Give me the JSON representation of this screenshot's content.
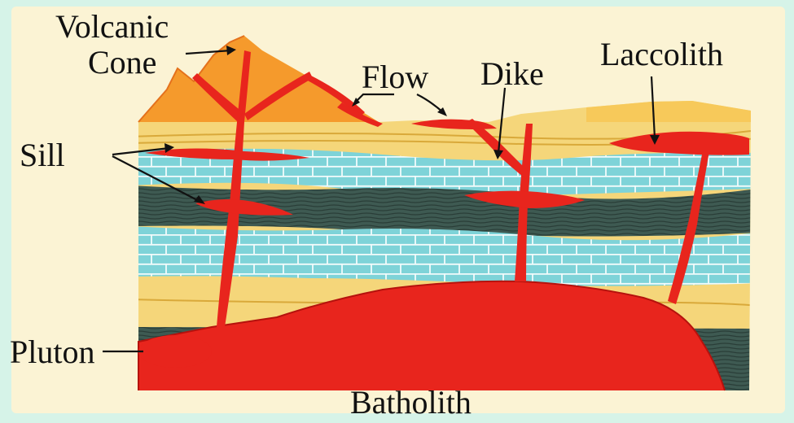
{
  "labels": {
    "volcanic_line1": "Volcanic",
    "volcanic_line2": "Cone",
    "flow": "Flow",
    "dike": "Dike",
    "laccolith": "Laccolith",
    "sill": "Sill",
    "pluton": "Pluton",
    "batholith": "Batholith"
  },
  "colors": {
    "frame_background": "#d6f3e8",
    "panel": "#fbf3d4",
    "cone": "#f59a2c",
    "cone_dark": "#e4711c",
    "soil": "#f5d67a",
    "limestone": "#7ed3d8",
    "brick_line": "#f2fbfb",
    "shale": "#3e5a52",
    "magma": "#e8251d",
    "magma_dark": "#b5120d"
  }
}
